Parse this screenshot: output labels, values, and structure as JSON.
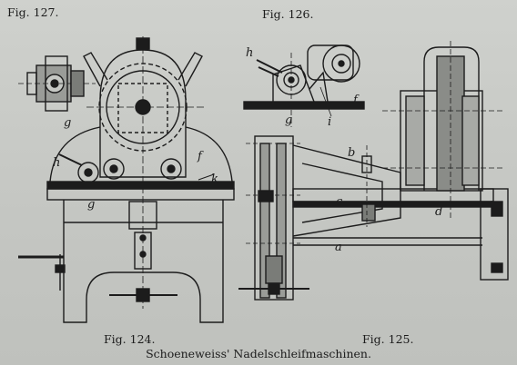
{
  "page": {
    "background": "#c6c8c4",
    "ink": "#1c1c1c"
  },
  "figures": {
    "fig127": "Fig. 127.",
    "fig126": "Fig. 126.",
    "fig124": "Fig. 124.",
    "fig125": "Fig. 125."
  },
  "caption": "Schoeneweiss' Nadelschleifmaschinen.",
  "part_letters": {
    "g127": "g",
    "h124": "h",
    "g124": "g",
    "f124": "f",
    "k124": "k",
    "h126": "h",
    "g126": "g",
    "i126": "i",
    "f126": "f",
    "b125": "b",
    "c125": "c",
    "d125": "d",
    "a125": "a"
  }
}
